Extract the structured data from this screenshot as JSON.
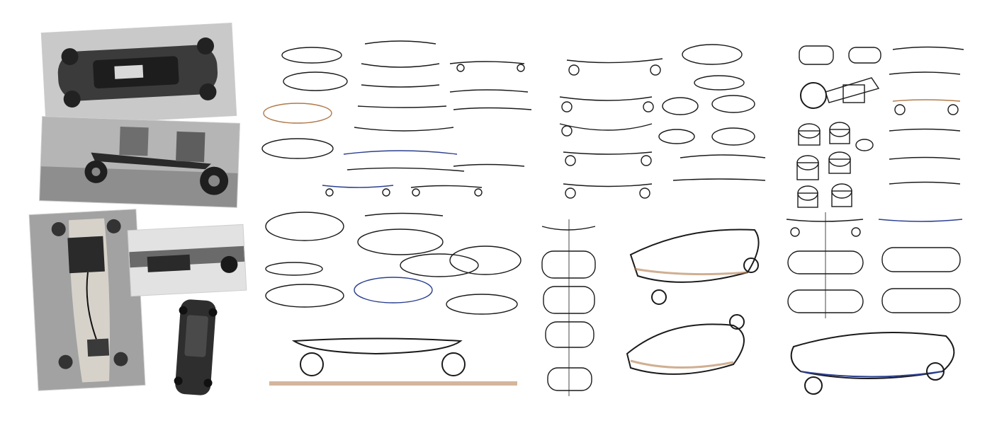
{
  "colors": {
    "background": "#ffffff",
    "ink": "#1a1a1a",
    "photo_dark": "#3a3a3a",
    "photo_light": "#d8d8d8",
    "marker_blue": "#2b3f8f",
    "marker_brown": "#b07a4a"
  },
  "photos": [
    {
      "name": "photo-board-underside-top",
      "icon": "skateboard-underside"
    },
    {
      "name": "photo-offroad-board-rider",
      "icon": "offroad-skateboard"
    },
    {
      "name": "photo-longboard-wiring",
      "icon": "longboard-underside"
    },
    {
      "name": "photo-battery-pack-closeup",
      "icon": "battery-closeup"
    },
    {
      "name": "photo-cruiser-underside",
      "icon": "cruiser-board"
    }
  ],
  "sheets": [
    {
      "name": "sketch-sheet-side-views",
      "icon": "skateboard-sketches"
    },
    {
      "name": "sketch-sheet-perspective-views",
      "icon": "skateboard-sketches"
    },
    {
      "name": "sketch-sheet-deck-profiles",
      "icon": "skateboard-sketches"
    },
    {
      "name": "sketch-sheet-top-views-and-renders",
      "icon": "skateboard-sketches"
    },
    {
      "name": "sketch-sheet-components",
      "icon": "wheel-component-sketches"
    },
    {
      "name": "sketch-sheet-final-concept",
      "icon": "skateboard-sketches"
    }
  ]
}
